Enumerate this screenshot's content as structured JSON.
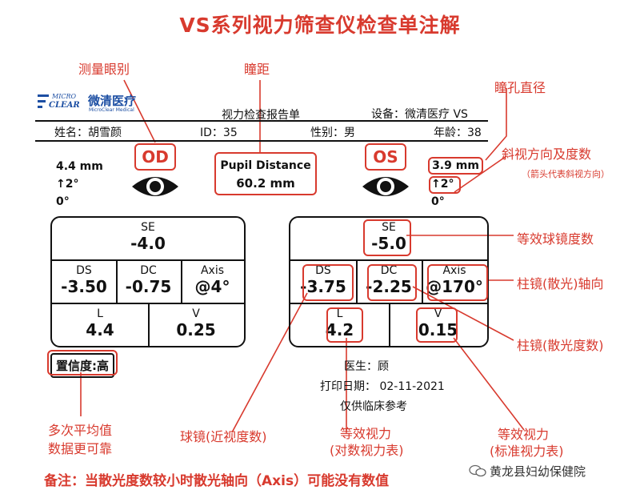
{
  "title": "VS系列视力筛查仪检查单注解",
  "annotations": {
    "eye_label": "测量眼别",
    "pd": "瞳距",
    "pupil_diam": "瞳孔直径",
    "squint": "斜视方向及度数",
    "squint_note": "（箭头代表斜视方向）",
    "se": "等效球镜度数",
    "axis": "柱镜(散光)轴向",
    "dc": "柱镜(散光度数)",
    "avg1": "多次平均值",
    "avg2": "数据更可靠",
    "ds": "球镜(近视度数)",
    "l1": "等效视力",
    "l2": "(对数视力表)",
    "v1": "等效视力",
    "v2": "(标准视力表)"
  },
  "report": {
    "logo_micro": "MICRO",
    "logo_clear": "CLEAR",
    "logo_cn": "微清医疗",
    "logo_en": "MicroClear Medical",
    "report_title": "视力检查报告单",
    "device": "设备：微清医疗 VS",
    "name": "姓名：胡雪颜",
    "id": "ID：35",
    "gender": "性别：男",
    "age": "年龄：38",
    "od": "OD",
    "os": "OS",
    "pd_label": "Pupil Distance",
    "pd_value": "60.2 mm",
    "od_pupil": "4.4 mm",
    "od_squint": "↑2°",
    "od_extra": "0°",
    "os_pupil": "3.9 mm",
    "os_squint": "↑2°",
    "os_extra": "0°",
    "confidence": "置信度:高",
    "doctor": "医生：顾",
    "print_date": "打印日期：  02-11-2021",
    "disclaimer": "仅供临床参考"
  },
  "od_panel": {
    "se_label": "SE",
    "se": "-4.0",
    "ds_label": "DS",
    "ds": "-3.50",
    "dc_label": "DC",
    "dc": "-0.75",
    "axis_label": "Axis",
    "axis": "@4°",
    "l_label": "L",
    "l": "4.4",
    "v_label": "V",
    "v": "0.25"
  },
  "os_panel": {
    "se_label": "SE",
    "se": "-5.0",
    "ds_label": "DS",
    "ds": "-3.75",
    "dc_label": "DC",
    "dc": "-2.25",
    "axis_label": "Axis",
    "axis": "@170°",
    "l_label": "L",
    "l": "4.2",
    "v_label": "V",
    "v": "0.15"
  },
  "footer": {
    "note": "备注：当散光度数较小时散光轴向（Axis）可能没有数值",
    "watermark": "黄龙县妇幼保健院"
  },
  "colors": {
    "accent": "#d83a2e",
    "text": "#111111"
  }
}
